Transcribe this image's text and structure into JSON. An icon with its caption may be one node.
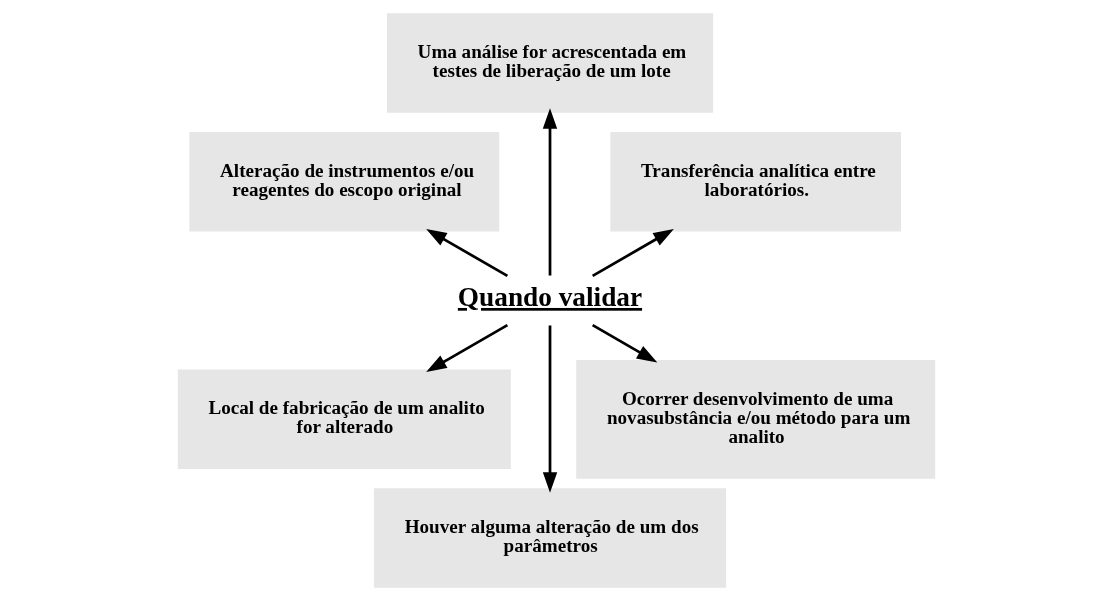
{
  "diagram": {
    "nodes": [
      {
        "text": [
          "Quando validar"
        ]
      },
      {
        "text": [
          "Transferência analítica entre laboratórios."
        ]
      },
      {
        "text": [
          "Uma análise for acrescentada em testes de liberação de um lote"
        ]
      },
      {
        "text": [
          "Alteração de instrumentos e/ou reagentes do escopo original"
        ]
      },
      {
        "text": [
          "Local de fabricação de um analito for alterado"
        ]
      },
      {
        "text": [
          "Houver alguma alteração de um dos parâmetros"
        ]
      },
      {
        "text": [
          "Ocorrer desenvolvimento de uma novasubstância e/ou método para um analito"
        ]
      }
    ],
    "edges": [
      {
        "from": 0,
        "to": 1,
        "arrow": "to"
      },
      {
        "from": 0,
        "to": 2,
        "arrow": "to"
      },
      {
        "from": 0,
        "to": 3,
        "arrow": "to"
      },
      {
        "from": 0,
        "to": 4,
        "arrow": "to"
      },
      {
        "from": 0,
        "to": 5,
        "arrow": "to"
      },
      {
        "from": 0,
        "to": 6,
        "arrow": "to"
      }
    ]
  }
}
